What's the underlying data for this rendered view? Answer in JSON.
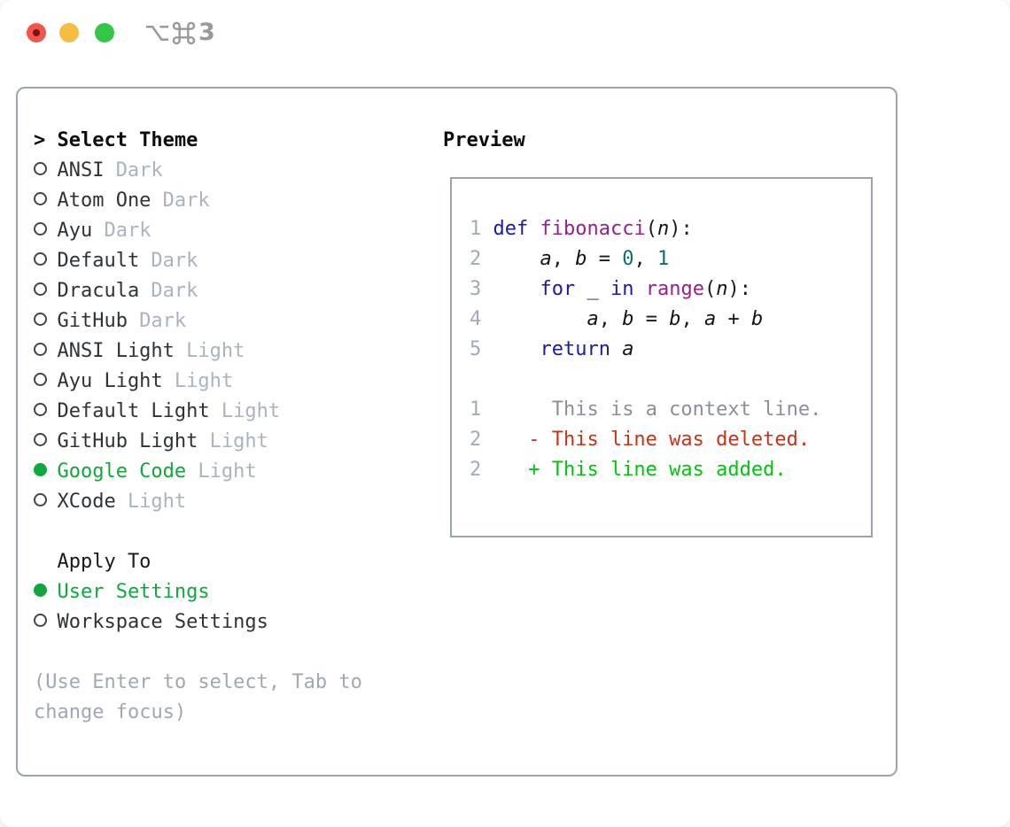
{
  "window": {
    "shortcut_text": "⌥⌘3",
    "shortcut_number": "3",
    "title_color": "#98989d",
    "traffic_lights": {
      "close_color": "#f2554c",
      "close_dot_color": "#7a130b",
      "minimize_color": "#f6bd40",
      "zoom_color": "#33c748"
    }
  },
  "theme_panel": {
    "header": {
      "prompt": ">",
      "label": "Select Theme"
    },
    "themes": [
      {
        "name": "ANSI",
        "variant": "Dark",
        "selected": false
      },
      {
        "name": "Atom One",
        "variant": "Dark",
        "selected": false
      },
      {
        "name": "Ayu",
        "variant": "Dark",
        "selected": false
      },
      {
        "name": "Default",
        "variant": "Dark",
        "selected": false
      },
      {
        "name": "Dracula",
        "variant": "Dark",
        "selected": false
      },
      {
        "name": "GitHub",
        "variant": "Dark",
        "selected": false
      },
      {
        "name": "ANSI Light",
        "variant": "Light",
        "selected": false
      },
      {
        "name": "Ayu Light",
        "variant": "Light",
        "selected": false
      },
      {
        "name": "Default Light",
        "variant": "Light",
        "selected": false
      },
      {
        "name": "GitHub Light",
        "variant": "Light",
        "selected": false
      },
      {
        "name": "Google Code",
        "variant": "Light",
        "selected": true
      },
      {
        "name": "XCode",
        "variant": "Light",
        "selected": false
      }
    ],
    "apply_to": {
      "label": "Apply To",
      "options": [
        {
          "name": "User Settings",
          "selected": true
        },
        {
          "name": "Workspace Settings",
          "selected": false
        }
      ]
    },
    "hint": "(Use Enter to select, Tab to change focus)"
  },
  "preview": {
    "label": "Preview",
    "code_lines": [
      {
        "no": "1",
        "tokens": [
          {
            "t": "def",
            "c": "kw"
          },
          {
            "t": " ",
            "c": "pl"
          },
          {
            "t": "fibonacci",
            "c": "fn"
          },
          {
            "t": "(",
            "c": "pl"
          },
          {
            "t": "n",
            "c": "var"
          },
          {
            "t": "):",
            "c": "pl"
          }
        ]
      },
      {
        "no": "2",
        "tokens": [
          {
            "t": "    ",
            "c": "pl"
          },
          {
            "t": "a",
            "c": "var"
          },
          {
            "t": ", ",
            "c": "pl"
          },
          {
            "t": "b",
            "c": "var"
          },
          {
            "t": " = ",
            "c": "pl"
          },
          {
            "t": "0",
            "c": "num"
          },
          {
            "t": ", ",
            "c": "pl"
          },
          {
            "t": "1",
            "c": "num"
          }
        ]
      },
      {
        "no": "3",
        "tokens": [
          {
            "t": "    ",
            "c": "pl"
          },
          {
            "t": "for",
            "c": "kw"
          },
          {
            "t": " _ ",
            "c": "pl"
          },
          {
            "t": "in",
            "c": "kw"
          },
          {
            "t": " ",
            "c": "pl"
          },
          {
            "t": "range",
            "c": "fn"
          },
          {
            "t": "(",
            "c": "pl"
          },
          {
            "t": "n",
            "c": "var"
          },
          {
            "t": "):",
            "c": "pl"
          }
        ]
      },
      {
        "no": "4",
        "tokens": [
          {
            "t": "        ",
            "c": "pl"
          },
          {
            "t": "a",
            "c": "var"
          },
          {
            "t": ", ",
            "c": "pl"
          },
          {
            "t": "b",
            "c": "var"
          },
          {
            "t": " = ",
            "c": "pl"
          },
          {
            "t": "b",
            "c": "var"
          },
          {
            "t": ", ",
            "c": "pl"
          },
          {
            "t": "a",
            "c": "var"
          },
          {
            "t": " + ",
            "c": "pl"
          },
          {
            "t": "b",
            "c": "var"
          }
        ]
      },
      {
        "no": "5",
        "tokens": [
          {
            "t": "    ",
            "c": "pl"
          },
          {
            "t": "return",
            "c": "kw"
          },
          {
            "t": " ",
            "c": "pl"
          },
          {
            "t": "a",
            "c": "var"
          }
        ]
      }
    ],
    "diff_lines": [
      {
        "no": "1",
        "marker": " ",
        "text": "This is a context line.",
        "type": "context"
      },
      {
        "no": "2",
        "marker": "-",
        "text": "This line was deleted.",
        "type": "deleted"
      },
      {
        "no": "2",
        "marker": "+",
        "text": "This line was added.",
        "type": "added"
      }
    ]
  },
  "colors": {
    "panel_border": "#9aa3af",
    "heading": "#0c0d0e",
    "theme_name": "#2e3338",
    "variant_label": "#aab3c0",
    "radio_outline": "#41464e",
    "selection_green": "#0fa83a",
    "hint": "#a0a8b4",
    "line_number": "#a0aaba",
    "code_keyword": "#1a1aa6",
    "code_function": "#96208e",
    "code_number": "#0d6e6e",
    "code_plain": "#1a1a1a",
    "diff_context": "#8a9099",
    "diff_deleted": "#c63418",
    "diff_added": "#00c40e"
  }
}
